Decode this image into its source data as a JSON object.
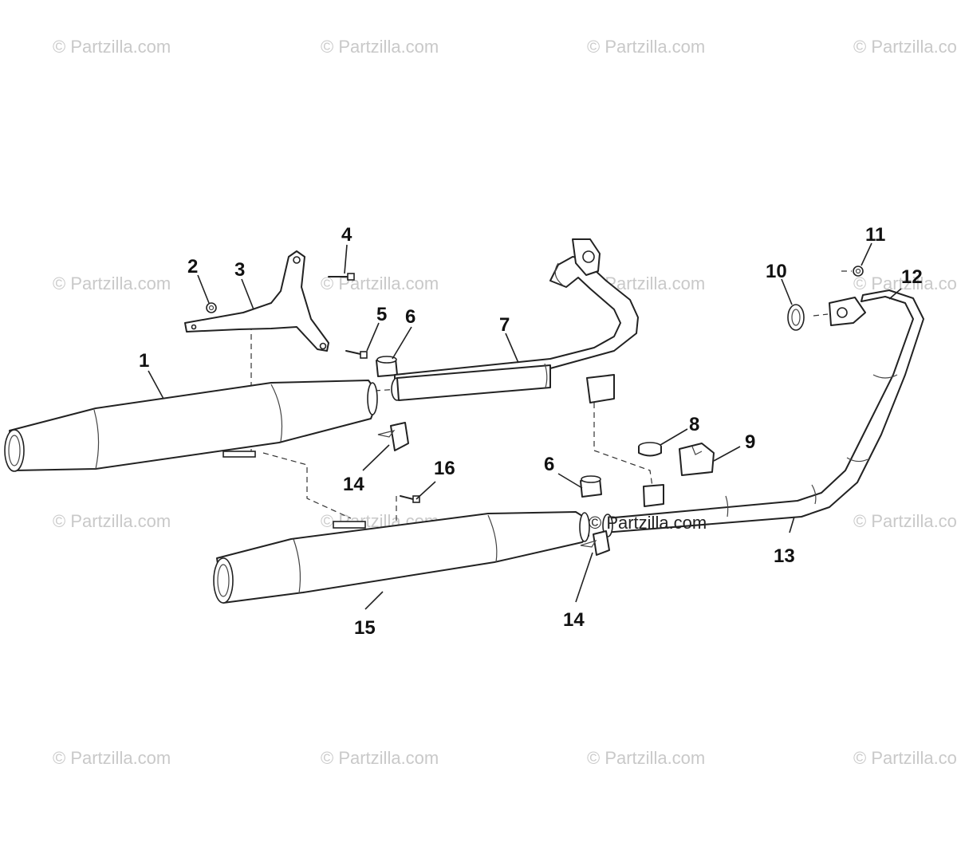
{
  "watermark": "© Partzilla.com",
  "inline_watermark": "© Partzilla.com",
  "callouts": {
    "c1": "1",
    "c2": "2",
    "c3": "3",
    "c4": "4",
    "c5": "5",
    "c6a": "6",
    "c6b": "6",
    "c7": "7",
    "c8": "8",
    "c9": "9",
    "c10": "10",
    "c11": "11",
    "c12": "12",
    "c13": "13",
    "c14a": "14",
    "c14b": "14",
    "c15": "15",
    "c16": "16"
  }
}
